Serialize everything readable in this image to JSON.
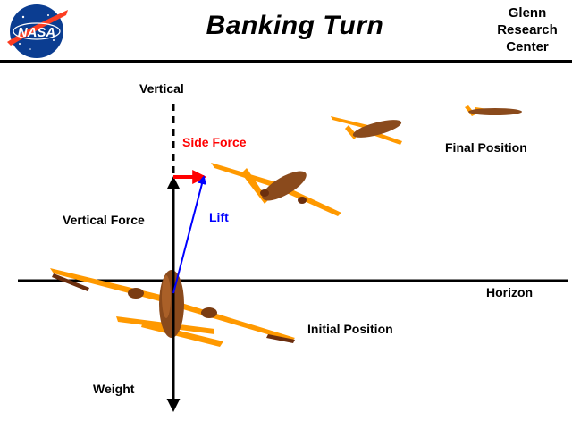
{
  "header": {
    "title": "Banking Turn",
    "center_lines": [
      "Glenn",
      "Research",
      "Center"
    ],
    "logo_text": "NASA"
  },
  "labels": {
    "vertical": "Vertical",
    "side_force": "Side Force",
    "lift": "Lift",
    "vertical_force": "Vertical Force",
    "final_position": "Final Position",
    "horizon": "Horizon",
    "initial_position": "Initial Position",
    "weight": "Weight"
  },
  "colors": {
    "side_force": "#ff0000",
    "lift": "#0000ff",
    "aircraft_body": "#ff9900",
    "aircraft_fuselage": "#8a4a1c",
    "text": "#000000"
  },
  "icons": {
    "logo": "nasa-meatball-logo",
    "aircraft": "airliner-icon"
  }
}
